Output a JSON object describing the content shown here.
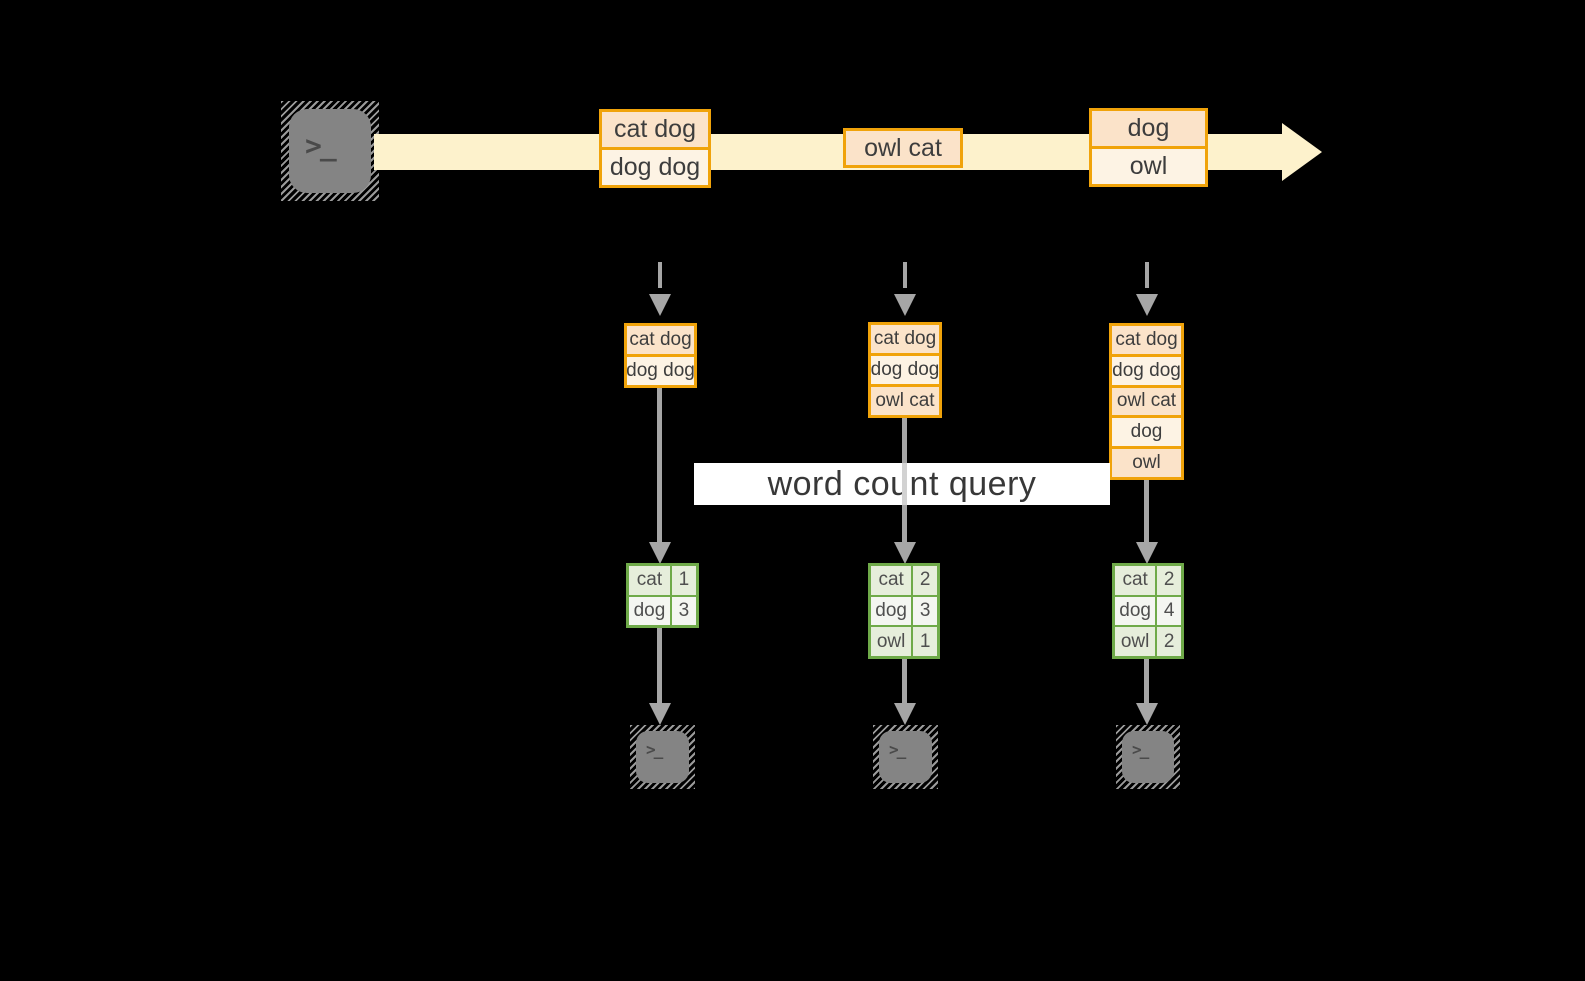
{
  "query_label": "word count query",
  "terminal_glyph": ">_",
  "stream": {
    "batches": [
      {
        "records": [
          "cat dog",
          "dog dog"
        ]
      },
      {
        "records": [
          "owl cat"
        ]
      },
      {
        "records": [
          "dog",
          "owl"
        ]
      }
    ]
  },
  "columns": [
    {
      "input": [
        "cat dog",
        "dog dog"
      ],
      "counts": [
        {
          "word": "cat",
          "count": "1"
        },
        {
          "word": "dog",
          "count": "3"
        }
      ]
    },
    {
      "input": [
        "cat dog",
        "dog dog",
        "owl cat"
      ],
      "counts": [
        {
          "word": "cat",
          "count": "2"
        },
        {
          "word": "dog",
          "count": "3"
        },
        {
          "word": "owl",
          "count": "1"
        }
      ]
    },
    {
      "input": [
        "cat dog",
        "dog dog",
        "owl cat",
        "dog",
        "owl"
      ],
      "counts": [
        {
          "word": "cat",
          "count": "2"
        },
        {
          "word": "dog",
          "count": "4"
        },
        {
          "word": "owl",
          "count": "2"
        }
      ]
    }
  ],
  "colors": {
    "bg": "#000000",
    "stream_band": "#fdf2cc",
    "box_border": "#f0a30a",
    "cell_peach": "#fbe3c9",
    "cell_cream": "#fdf3e4",
    "table_border": "#6faa49",
    "row_green": "#e6eedb",
    "row_light": "#f4f6f1",
    "arrow_gray": "#a6a6a6",
    "terminal_gray": "#848484",
    "text_dark": "#3d3d3d"
  }
}
